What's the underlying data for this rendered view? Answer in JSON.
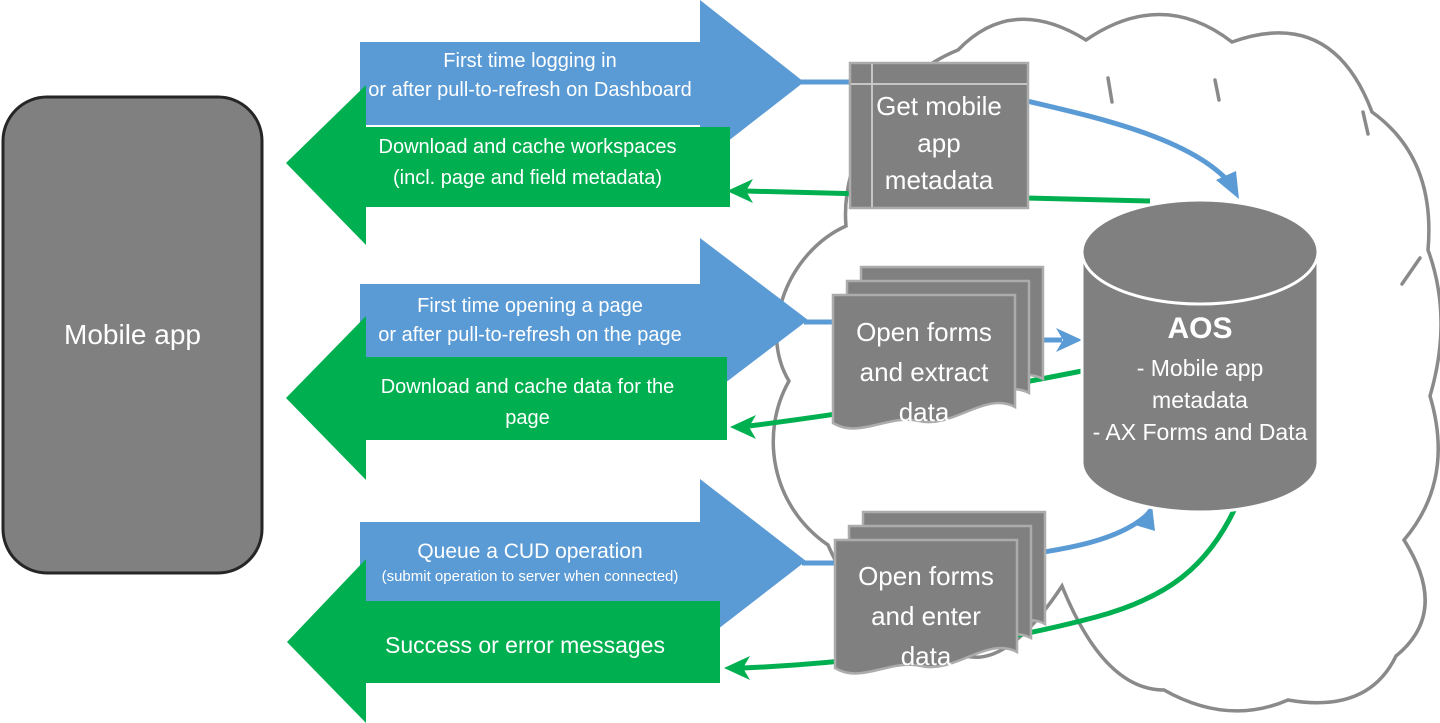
{
  "colors": {
    "arrow_blue": "#5B9BD5",
    "arrow_green": "#00B050",
    "shape_gray": "#808080",
    "shape_border_gray": "#ACACAC",
    "cloud_outline": "#8A8A8A",
    "cylinder_stroke": "#FFFFFF",
    "text_white": "#FFFFFF"
  },
  "mobile_app": {
    "label": "Mobile app"
  },
  "flows": [
    {
      "request": [
        "First time logging in",
        "or after pull-to-refresh on Dashboard"
      ],
      "response": [
        "Download and cache workspaces",
        "(incl. page and field metadata)"
      ]
    },
    {
      "request": [
        "First time opening a page",
        "or after pull-to-refresh on the page"
      ],
      "response": [
        "Download and cache data for the",
        "page"
      ]
    },
    {
      "request": [
        "Queue a CUD operation",
        "(submit operation to server when connected)"
      ],
      "response": [
        "Success or error messages"
      ]
    }
  ],
  "process_boxes": [
    {
      "lines": [
        "Get mobile",
        "app",
        "metadata"
      ]
    },
    {
      "lines": [
        "Open forms",
        "and extract",
        "data"
      ]
    },
    {
      "lines": [
        "Open forms",
        "and enter",
        "data"
      ]
    }
  ],
  "database": {
    "title": "AOS",
    "lines": [
      "- Mobile app",
      "metadata",
      "- AX Forms and Data"
    ]
  }
}
